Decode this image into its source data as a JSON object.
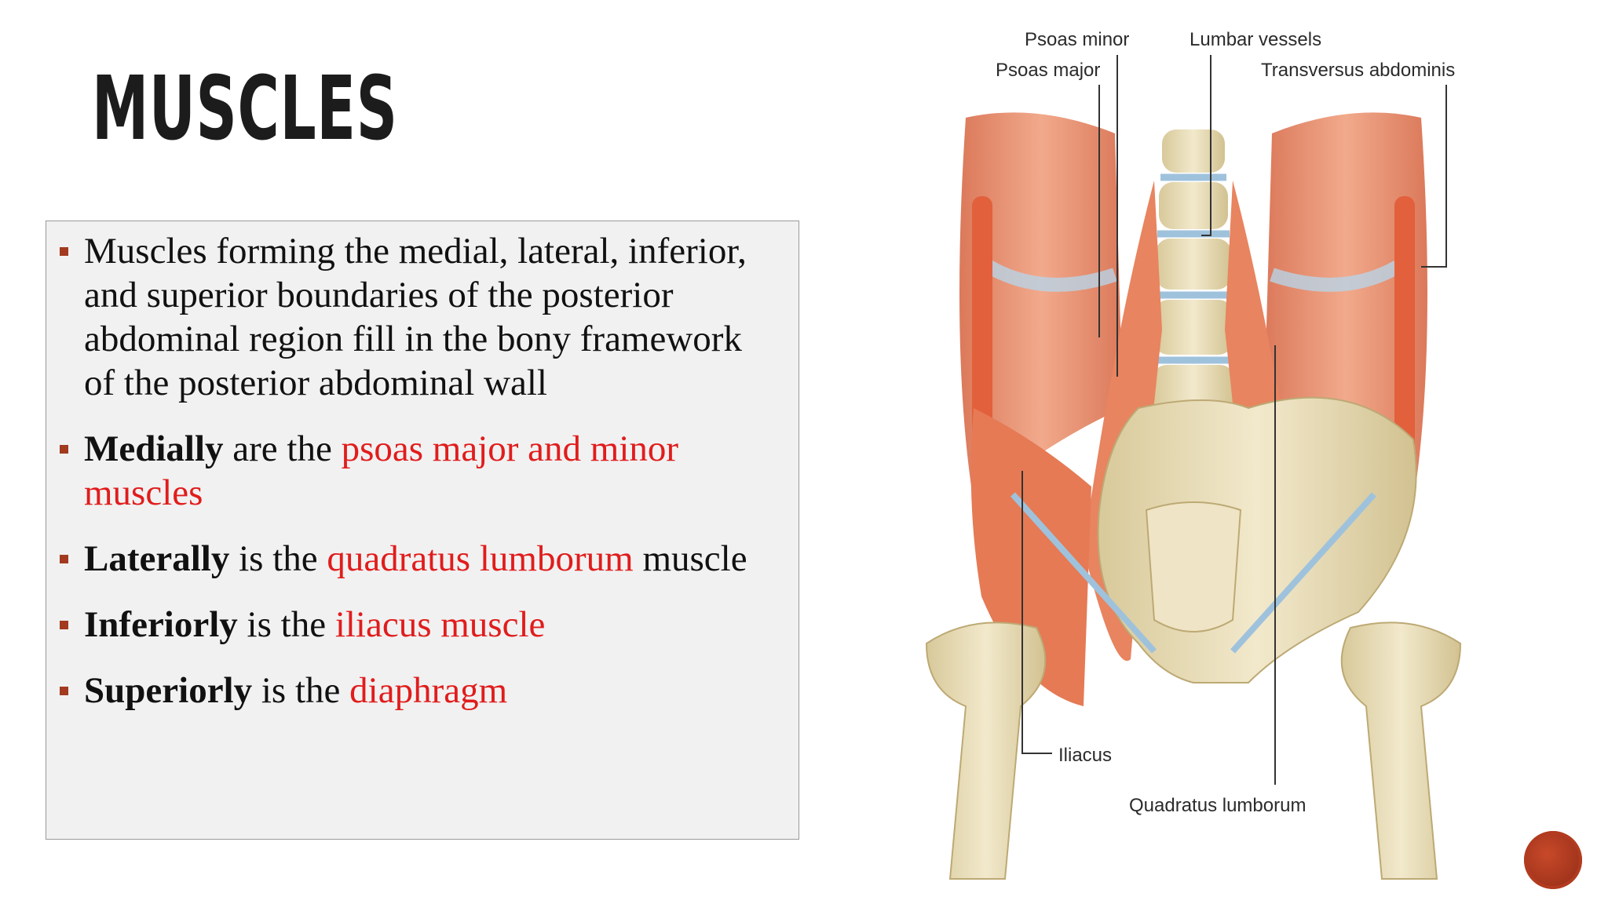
{
  "slide": {
    "title": "MUSCLES"
  },
  "bullets": [
    {
      "plain": "Muscles forming the medial, lateral, inferior, and superior boundaries of the posterior abdominal region fill in the bony framework of the posterior abdominal wall"
    },
    {
      "bold": "Medially",
      "mid": " are the ",
      "highlight": "psoas major and minor muscles",
      "tail": ""
    },
    {
      "bold": "Laterally",
      "mid": " is the ",
      "highlight": "quadratus lumborum",
      "tail": " muscle"
    },
    {
      "bold": "Inferiorly",
      "mid": " is the ",
      "highlight": "iliacus muscle",
      "tail": ""
    },
    {
      "bold": "Superiorly",
      "mid": " is the ",
      "highlight": "diaphragm",
      "tail": ""
    }
  ],
  "figure": {
    "labels": {
      "psoas_minor": "Psoas minor",
      "psoas_major": "Psoas major",
      "lumbar_vessels": "Lumbar vessels",
      "transversus": "Transversus abdominis",
      "iliacus": "Iliacus",
      "quadratus": "Quadratus lumborum"
    }
  },
  "colors": {
    "highlight": "#e11c1c",
    "bullet": "#a23a1f",
    "muscle": "#e98d6a",
    "bone": "#eadfb8"
  }
}
